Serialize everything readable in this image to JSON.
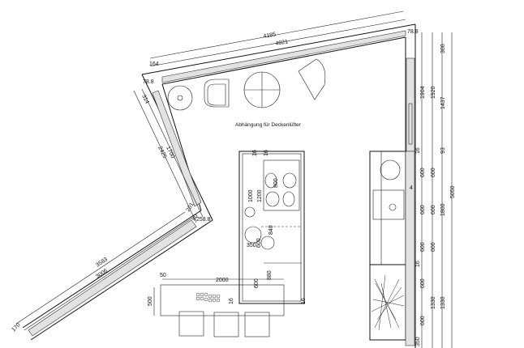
{
  "caption": "Abhängung für Deckenlüfter",
  "top_wall": {
    "overall": "4185",
    "inner": "4021",
    "offset": "164",
    "corner_left": "78.8",
    "corner_right": "78.8"
  },
  "left_wall": {
    "top_offset": "314",
    "overall": "2425",
    "inner": "1700",
    "small_a": "201",
    "small_b": "80",
    "corner": "258.8"
  },
  "lower_wall": {
    "overall": "3583",
    "inner": "3006",
    "offset": "170"
  },
  "island": {
    "d1000": "1000",
    "d1200": "1200",
    "d800": "800",
    "d840": "840",
    "d350": "350",
    "d600a": "600",
    "d880": "880",
    "d600b": "600",
    "t16a": "16",
    "t16b": "16",
    "t16c": "16"
  },
  "bar": {
    "offset": "50",
    "length": "2000",
    "depth": "500",
    "t16": "16"
  },
  "right_dims": {
    "col1": [
      "1904",
      "600",
      "600",
      "600",
      "600",
      "600",
      "350"
    ],
    "col2": [
      "1920",
      "600",
      "600",
      "600",
      "1330"
    ],
    "col3": [
      "300",
      "1437",
      "93",
      "1800",
      "1330"
    ],
    "total": "5050",
    "t16a": "16",
    "t16b": "16",
    "mark4": "4"
  }
}
